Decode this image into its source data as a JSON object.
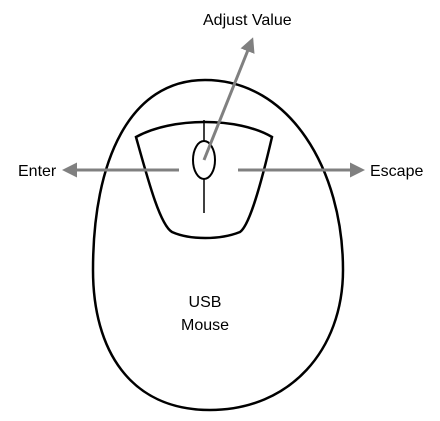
{
  "labels": {
    "adjust_value": "Adjust Value",
    "enter": "Enter",
    "escape": "Escape",
    "device_line1": "USB",
    "device_line2": "Mouse"
  },
  "colors": {
    "outline": "#000000",
    "arrow": "#808080",
    "background": "#ffffff"
  }
}
